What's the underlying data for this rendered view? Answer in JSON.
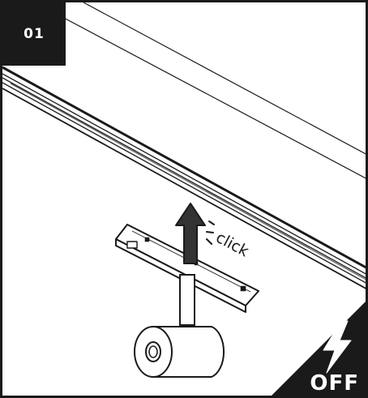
{
  "step": {
    "number": "01"
  },
  "annotation": {
    "click_text": "click"
  },
  "power": {
    "state_label": "OFF",
    "icon": "lightning-bolt-icon"
  },
  "colors": {
    "ink": "#1a1a1a",
    "background": "#ffffff",
    "arrow_fill": "#333333"
  }
}
